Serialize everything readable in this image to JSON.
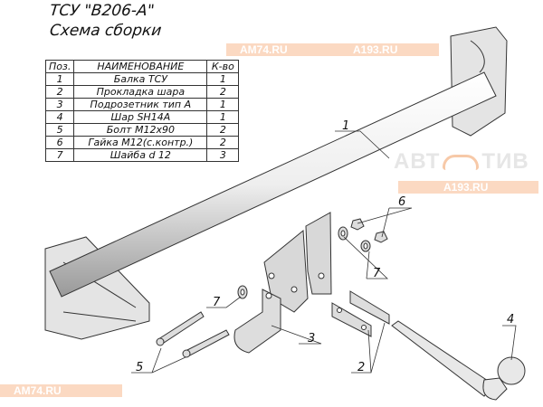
{
  "title": "ТСУ \"B206-A\"",
  "subtitle": "Схема сборки",
  "table": {
    "headers": [
      "Поз.",
      "НАИМЕНОВАНИЕ",
      "К-во"
    ],
    "rows": [
      [
        "1",
        "Балка ТСУ",
        "1"
      ],
      [
        "2",
        "Прокладка шара",
        "2"
      ],
      [
        "3",
        "Подрозетник тип А",
        "1"
      ],
      [
        "4",
        "Шар SH14A",
        "1"
      ],
      [
        "5",
        "Болт М12х90",
        "2"
      ],
      [
        "6",
        "Гайка М12(с.контр.)",
        "2"
      ],
      [
        "7",
        "Шайба d 12",
        "3"
      ]
    ]
  },
  "callouts": [
    "1",
    "2",
    "3",
    "4",
    "5",
    "6",
    "7",
    "7"
  ],
  "watermark": {
    "brand": "АВТОМОТИВ",
    "brand_left": "АВТ",
    "brand_right": "ТИВ",
    "site1": "AM74.RU",
    "site2": "A193.RU"
  }
}
